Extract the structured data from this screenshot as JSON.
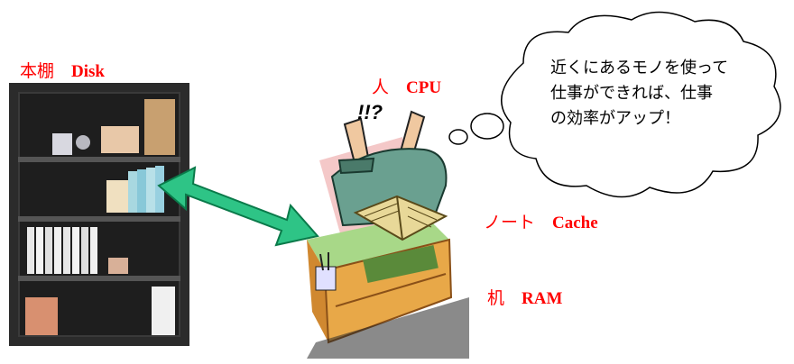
{
  "labels": {
    "bookshelf": {
      "jp": "本棚",
      "en": "Disk"
    },
    "person": {
      "jp": "人",
      "en": "CPU"
    },
    "note": {
      "jp": "ノート",
      "en": "Cache"
    },
    "desk": {
      "jp": "机",
      "en": "RAM"
    }
  },
  "thought": {
    "lines": [
      "近くにあるモノを使って",
      "仕事ができれば、仕事",
      "の効率がアップ！"
    ]
  },
  "exclaim": "!!?",
  "colors": {
    "label": "#ff0000",
    "arrow": "#2ec486",
    "arrow_stroke": "#0a7a4a",
    "shelf": "#2b2b2b"
  }
}
